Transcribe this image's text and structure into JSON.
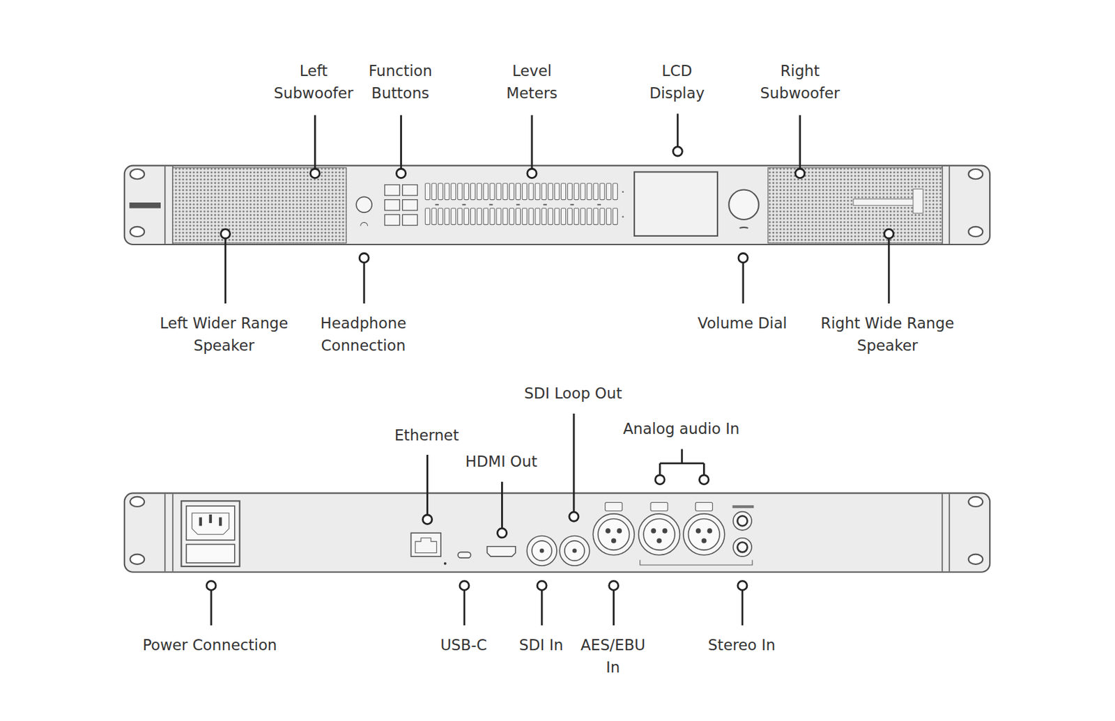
{
  "diagram": {
    "labels": [
      "Left Subwoofer",
      "Function Buttons",
      "Level Meters",
      "LCD Display",
      "Right Subwoofer",
      "Left Wider Range Speaker",
      "Headphone Connection",
      "Volume Dial",
      "Right Wide Range Speaker",
      "SDI Loop Out",
      "Ethernet",
      "HDMI Out",
      "Analog audio In",
      "Power Connection",
      "USB-C",
      "SDI In",
      "AES/EBU In",
      "Stereo In"
    ]
  }
}
